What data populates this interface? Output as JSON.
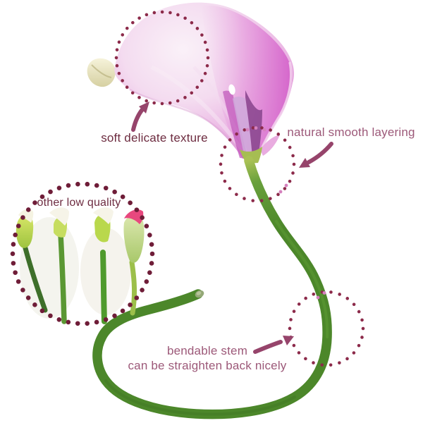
{
  "labels": {
    "soft_texture": "soft delicate texture",
    "smooth_layering": "natural smooth layering",
    "low_quality": "other low quality",
    "bendable_line1": "bendable stem",
    "bendable_line2": "can be straighten back nicely"
  },
  "icons": {
    "callout_arrow": "hand-drawn curved arrow",
    "dotted_circle": "dotted circle highlight"
  },
  "palette": {
    "background": "#ffffff",
    "dot_maroon": "#8c2a4a",
    "dot_maroon_dark": "#6f1d38",
    "dot_pink": "#d581be",
    "arrow_maroon": "#96446b",
    "text_dark_maroon": "#6d2c40",
    "text_mauve": "#9c5878",
    "flower_pink_light": "#f6e7f3",
    "flower_pink": "#e9aee2",
    "flower_magenta": "#d876d0",
    "flower_purple": "#8c4890",
    "stem_green": "#4c872a",
    "stem_green_dark": "#3c7023",
    "stem_pale": "#a9c155",
    "bud_cream": "#f2efd2",
    "bud_red": "#e8487e"
  }
}
